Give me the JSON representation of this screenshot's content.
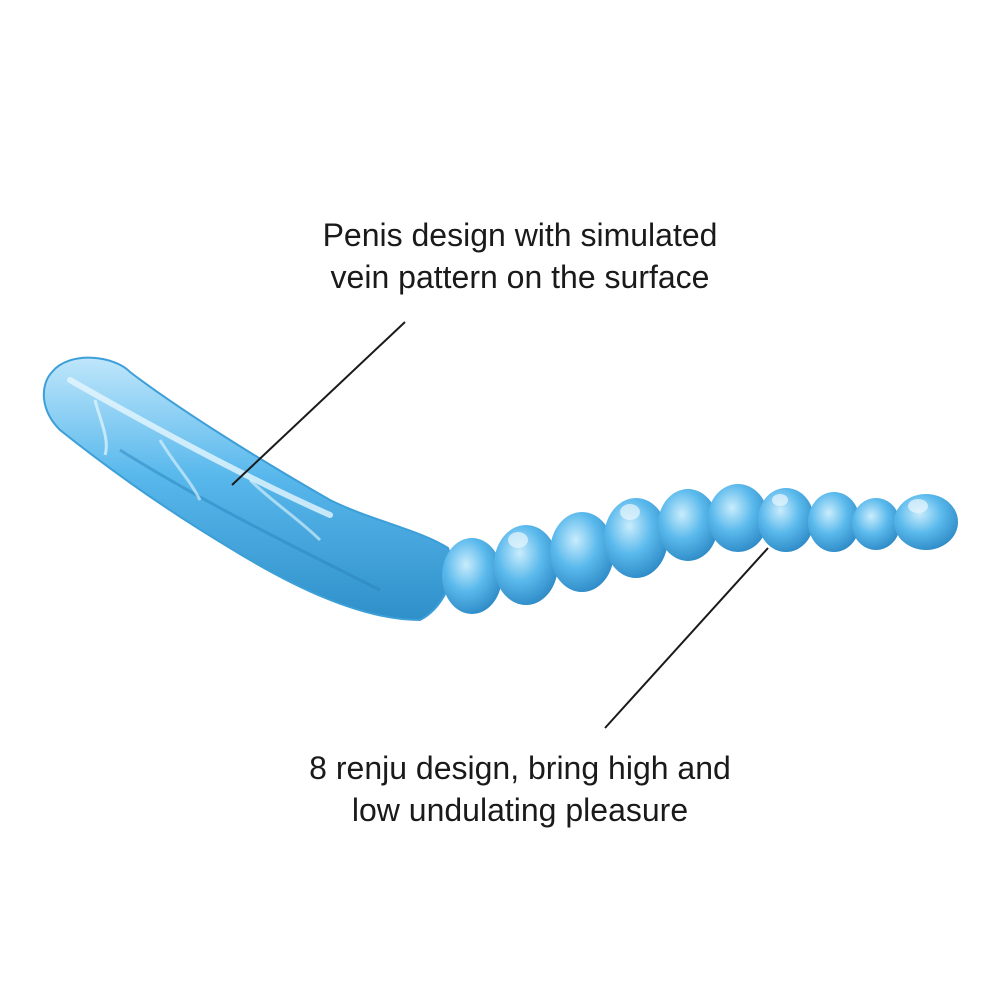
{
  "callouts": {
    "top": {
      "line1": "Penis design with simulated",
      "line2": "vein pattern on the surface"
    },
    "bottom": {
      "line1": "8 renju design, bring high and",
      "line2": "low undulating pleasure"
    }
  },
  "colors": {
    "product_body": "#4fb3ea",
    "product_highlight": "#bfe6fb",
    "product_shadow": "#2f8fc9",
    "text": "#1a1a1a",
    "leader_line": "#1a1a1a",
    "background": "#ffffff"
  }
}
